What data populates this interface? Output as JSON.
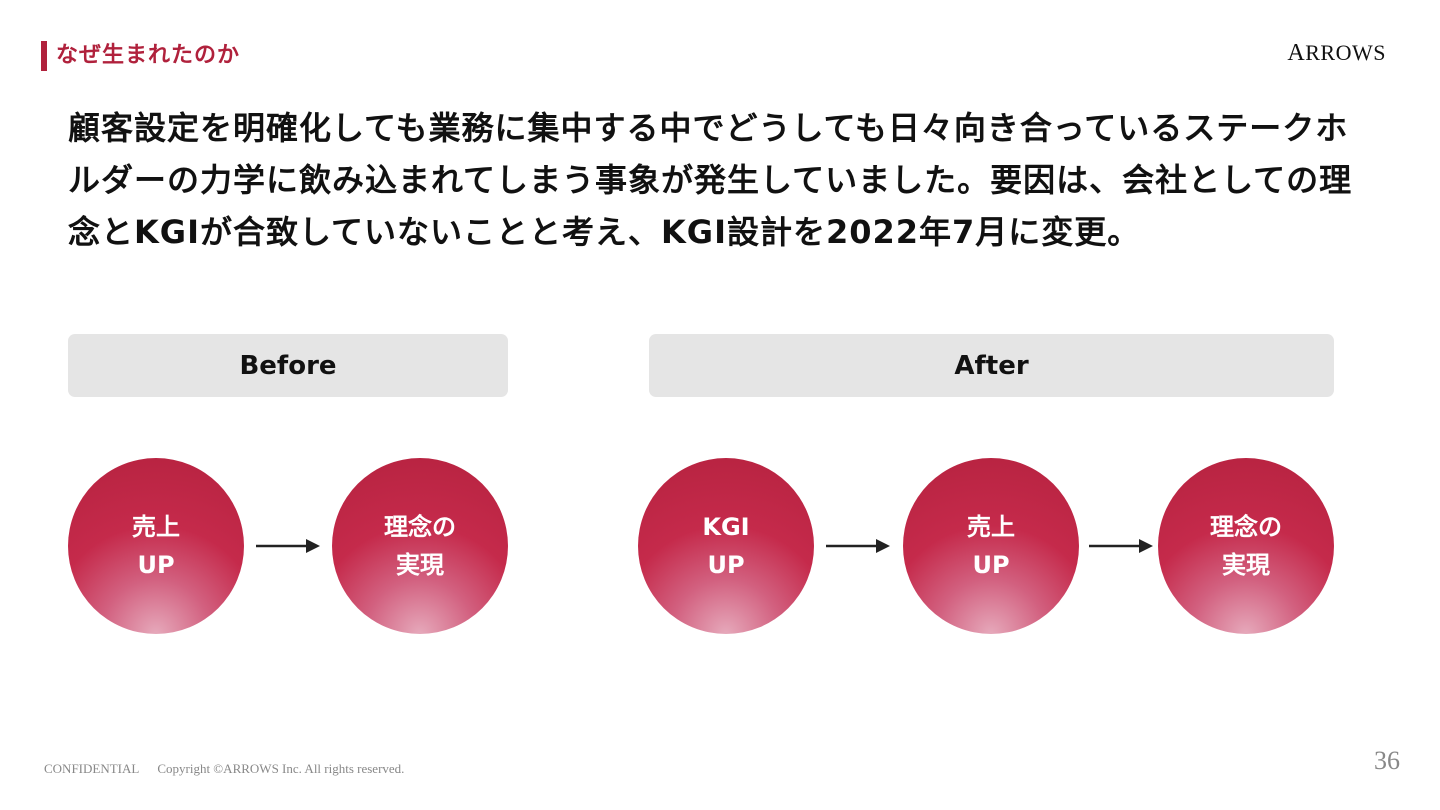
{
  "header": {
    "section_title": "なぜ生まれたのか",
    "logo_first": "A",
    "logo_rest": "RROWS"
  },
  "headline": "顧客設定を明確化しても業務に集中する中でどうしても日々向き合っているステークホルダーの力学に飲み込まれてしまう事象が発生していました。要因は、会社としての理念とKGIが合致していないことと考え、KGI設計を2022年7月に変更。",
  "before": {
    "label": "Before",
    "steps": [
      {
        "line1": "売上",
        "line2": "UP"
      },
      {
        "line1": "理念の",
        "line2": "実現"
      }
    ]
  },
  "after": {
    "label": "After",
    "steps": [
      {
        "line1": "KGI",
        "line2": "UP"
      },
      {
        "line1": "売上",
        "line2": "UP"
      },
      {
        "line1": "理念の",
        "line2": "実現"
      }
    ]
  },
  "footer": {
    "confidential": "CONFIDENTIAL",
    "copyright": "Copyright ©ARROWS Inc. All rights reserved.",
    "page_number": "36"
  },
  "colors": {
    "accent": "#b0213c",
    "circle": "#c52a4b",
    "header_bg": "#e5e5e5"
  }
}
